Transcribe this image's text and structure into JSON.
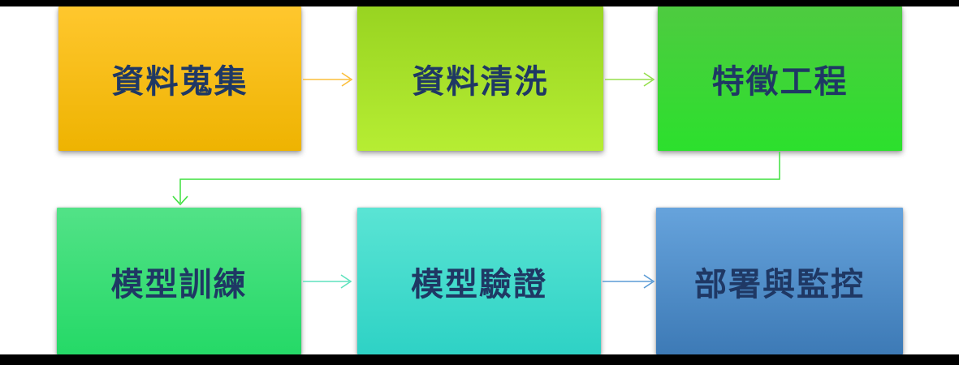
{
  "diagram": {
    "type": "flowchart",
    "description": "ML pipeline process flow, two rows, snake layout",
    "background": "#ffffff",
    "frame_bar_color": "#000000",
    "label_text_color": "#1f3864"
  },
  "steps": [
    {
      "id": "data-collection",
      "label": "資料蒐集",
      "row": 1,
      "order": 1,
      "gradient_top": "#ffc72e",
      "gradient_bottom": "#eeb301"
    },
    {
      "id": "data-cleaning",
      "label": "資料清洗",
      "row": 1,
      "order": 2,
      "gradient_top": "#98d421",
      "gradient_bottom": "#b6ed33"
    },
    {
      "id": "feature-engineering",
      "label": "特徵工程",
      "row": 1,
      "order": 3,
      "gradient_top": "#4ecb40",
      "gradient_bottom": "#2ce02d"
    },
    {
      "id": "model-training",
      "label": "模型訓練",
      "row": 2,
      "order": 4,
      "gradient_top": "#52e287",
      "gradient_bottom": "#25d967"
    },
    {
      "id": "model-validation",
      "label": "模型驗證",
      "row": 2,
      "order": 5,
      "gradient_top": "#5ae4d4",
      "gradient_bottom": "#2ed2c5"
    },
    {
      "id": "deployment-monitoring",
      "label": "部署與監控",
      "row": 2,
      "order": 6,
      "gradient_top": "#66a3dc",
      "gradient_bottom": "#3d7ab6"
    }
  ],
  "connectors": [
    {
      "from": "資料蒐集",
      "to": "資料清洗",
      "shape": "straight",
      "color": "#fbbf3c"
    },
    {
      "from": "資料清洗",
      "to": "特徵工程",
      "shape": "straight",
      "color": "#95df4d"
    },
    {
      "from": "特徵工程",
      "to": "模型訓練",
      "shape": "elbow",
      "color": "#3ee03e"
    },
    {
      "from": "模型訓練",
      "to": "模型驗證",
      "shape": "straight",
      "color": "#5fe2bd"
    },
    {
      "from": "模型驗證",
      "to": "部署與監控",
      "shape": "straight",
      "color": "#5b9bd5"
    }
  ]
}
